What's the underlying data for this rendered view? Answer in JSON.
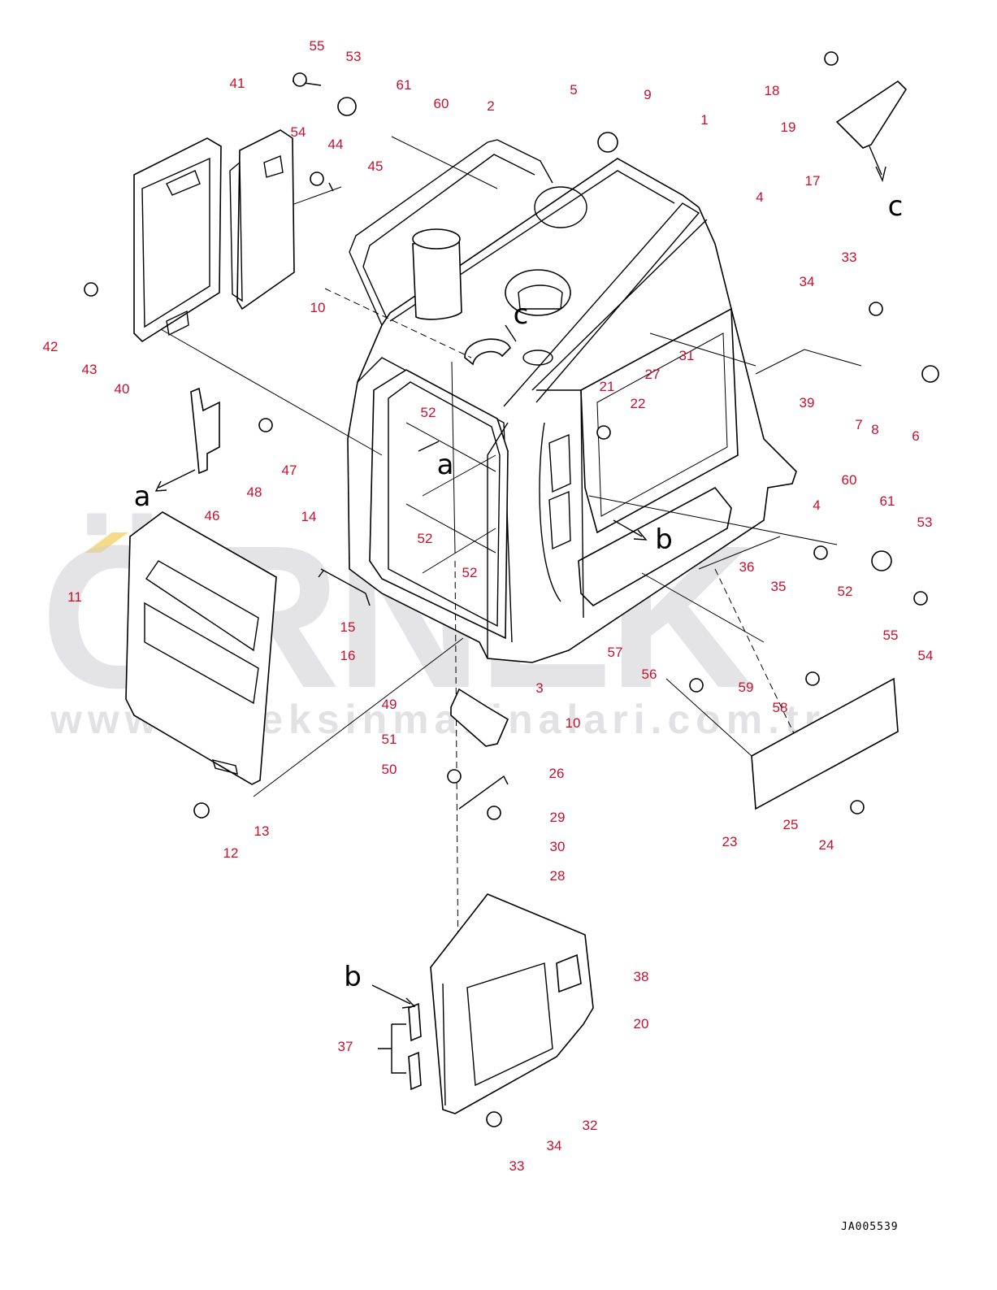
{
  "drawing": {
    "code": "JA005539",
    "watermark": {
      "brand": "ÖRNEK",
      "url": "www.orneksinmakinalari.com.tr",
      "accent_color": "#f5d26a"
    },
    "view_letters": [
      "a",
      "a",
      "b",
      "b",
      "c",
      "c"
    ],
    "part_numbers": [
      "55",
      "53",
      "61",
      "60",
      "54",
      "44",
      "45",
      "41",
      "2",
      "5",
      "9",
      "1",
      "18",
      "19",
      "17",
      "42",
      "43",
      "40",
      "10",
      "4",
      "33",
      "34",
      "7",
      "8",
      "6",
      "31",
      "27",
      "21",
      "22",
      "39",
      "52",
      "52",
      "52",
      "52",
      "46",
      "47",
      "48",
      "14",
      "60",
      "61",
      "53",
      "36",
      "35",
      "55",
      "54",
      "11",
      "15",
      "16",
      "3",
      "10",
      "57",
      "56",
      "59",
      "58",
      "4",
      "49",
      "51",
      "50",
      "12",
      "13",
      "26",
      "29",
      "30",
      "28",
      "23",
      "25",
      "24",
      "38",
      "20",
      "37",
      "32",
      "34",
      "33"
    ]
  }
}
